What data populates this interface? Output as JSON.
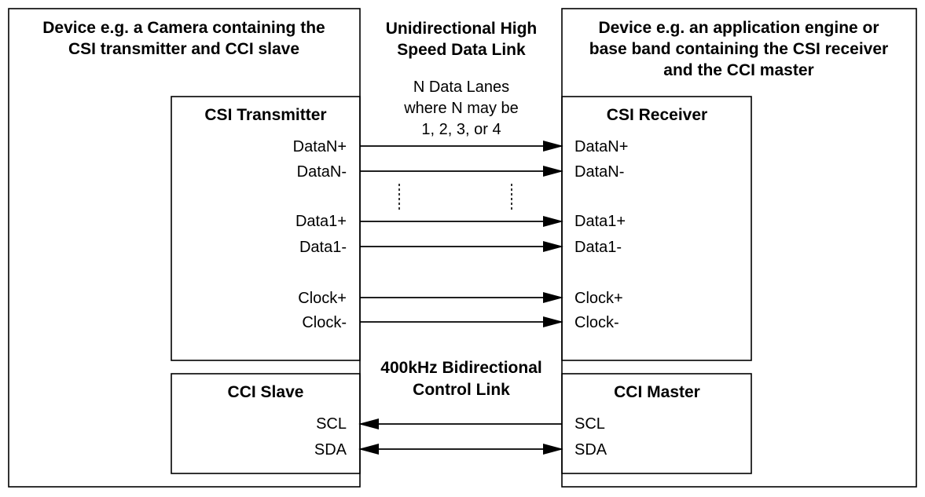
{
  "left_device": {
    "title_line1": "Device e.g. a Camera containing the",
    "title_line2": "CSI transmitter and CCI slave"
  },
  "right_device": {
    "title_line1": "Device e.g. an application engine or",
    "title_line2": "base band containing the CSI receiver",
    "title_line3": "and the CCI master"
  },
  "high_speed_link": {
    "title_line1": "Unidirectional High",
    "title_line2": "Speed Data  Link",
    "note_line1": "N Data Lanes",
    "note_line2": "where N may be",
    "note_line3": "1, 2, 3, or 4"
  },
  "control_link": {
    "title_line1": "400kHz Bidirectional",
    "title_line2": "Control Link"
  },
  "csi_transmitter": {
    "title": "CSI Transmitter",
    "pins": [
      "DataN+",
      "DataN-",
      "Data1+",
      "Data1-",
      "Clock+",
      "Clock-"
    ]
  },
  "csi_receiver": {
    "title": "CSI Receiver",
    "pins": [
      "DataN+",
      "DataN-",
      "Data1+",
      "Data1-",
      "Clock+",
      "Clock-"
    ]
  },
  "cci_slave": {
    "title": "CCI Slave",
    "pins": [
      "SCL",
      "SDA"
    ]
  },
  "cci_master": {
    "title": "CCI Master",
    "pins": [
      "SCL",
      "SDA"
    ]
  }
}
